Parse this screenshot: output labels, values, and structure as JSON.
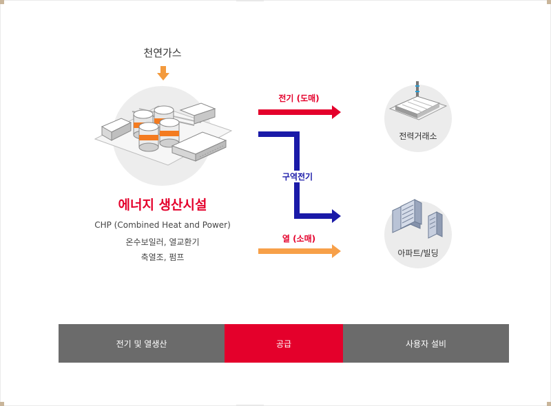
{
  "source": {
    "label": "천연가스"
  },
  "facility": {
    "title": "에너지 생산시설",
    "lines": [
      "CHP (Combined Heat and Power)",
      "온수보일러, 열교환기",
      "축열조, 펌프"
    ]
  },
  "flows": {
    "electricity_wholesale": "전기 (도매)",
    "district_electricity": "구역전기",
    "heat_retail": "열 (소매)"
  },
  "destinations": {
    "power_exchange": "전력거래소",
    "apartment_building": "아파트/빌딩"
  },
  "bar": [
    "전기 및 열생산",
    "공급",
    "사용자 설비"
  ],
  "colors": {
    "brand_red": "#e4002b",
    "flow_red": "#e4002b",
    "flow_blue": "#1a1aa8",
    "flow_orange": "#f7a049",
    "bar_gray": "#6b6b6b"
  }
}
